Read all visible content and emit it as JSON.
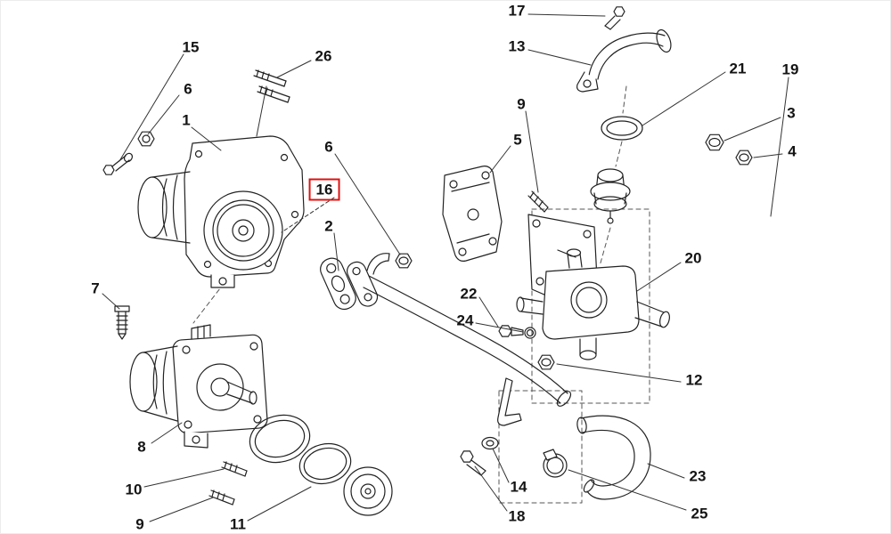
{
  "diagram": {
    "type": "exploded-parts-diagram",
    "description": "Engine water pump, thermostat and coolant pipe exploded parts diagram",
    "highlighted_part": "16",
    "colors": {
      "line": "#222222",
      "highlight": "#e01010",
      "background": "#ffffff"
    },
    "callouts": [
      {
        "label": "15"
      },
      {
        "label": "26"
      },
      {
        "label": "6"
      },
      {
        "label": "1"
      },
      {
        "label": "17"
      },
      {
        "label": "13"
      },
      {
        "label": "9"
      },
      {
        "label": "5"
      },
      {
        "label": "21"
      },
      {
        "label": "19"
      },
      {
        "label": "3"
      },
      {
        "label": "4"
      },
      {
        "label": "6"
      },
      {
        "label": "16"
      },
      {
        "label": "2"
      },
      {
        "label": "22"
      },
      {
        "label": "24"
      },
      {
        "label": "20"
      },
      {
        "label": "7"
      },
      {
        "label": "12"
      },
      {
        "label": "8"
      },
      {
        "label": "10"
      },
      {
        "label": "9"
      },
      {
        "label": "11"
      },
      {
        "label": "14"
      },
      {
        "label": "18"
      },
      {
        "label": "23"
      },
      {
        "label": "25"
      }
    ]
  }
}
